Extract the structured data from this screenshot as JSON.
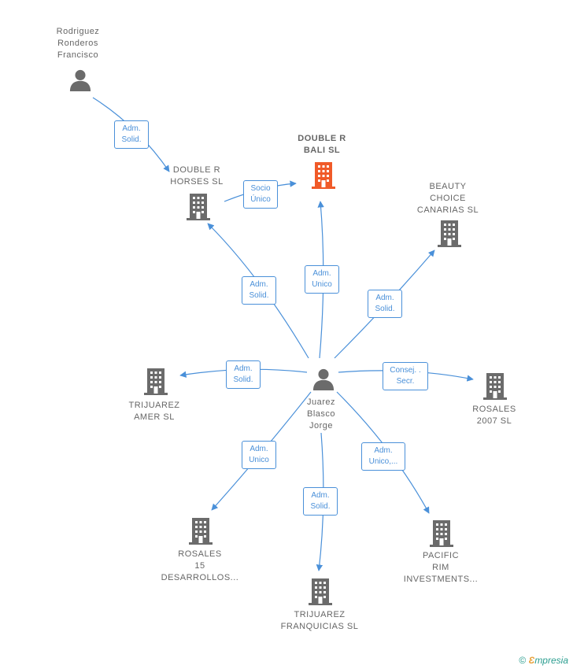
{
  "colors": {
    "edge": "#4a90d9",
    "node": "#6b6b6b",
    "highlight": "#f05a28"
  },
  "nodes": {
    "rodriguez": {
      "label": "Rodriguez\nRonderos\nFrancisco",
      "icon": "person-icon"
    },
    "double_r_bali": {
      "label": "DOUBLE R\nBALI  SL",
      "icon": "building-icon"
    },
    "double_r_horses": {
      "label": "DOUBLE R\nHORSES  SL",
      "icon": "building-icon"
    },
    "beauty_choice": {
      "label": "BEAUTY\nCHOICE\nCANARIAS SL",
      "icon": "building-icon"
    },
    "trijuarez_amer": {
      "label": "TRIJUAREZ\nAMER SL",
      "icon": "building-icon"
    },
    "juarez": {
      "label": "Juarez\nBlasco\nJorge",
      "icon": "person-icon"
    },
    "rosales_2007": {
      "label": "ROSALES\n2007 SL",
      "icon": "building-icon"
    },
    "rosales_15": {
      "label": "ROSALES\n15\nDESARROLLOS...",
      "icon": "building-icon"
    },
    "trijuarez_franq": {
      "label": "TRIJUAREZ\nFRANQUICIAS SL",
      "icon": "building-icon"
    },
    "pacific_rim": {
      "label": "PACIFIC\nRIM\nINVESTMENTS...",
      "icon": "building-icon"
    }
  },
  "edges": {
    "rodriguez_horses": "Adm.\nSolid.",
    "horses_bali": "Socio\nÚnico",
    "juarez_horses": "Adm.\nSolid.",
    "juarez_bali": "Adm.\nUnico",
    "juarez_beauty": "Adm.\nSolid.",
    "juarez_amer": "Adm.\nSolid.",
    "juarez_rosales2007": "Consej. .\nSecr.",
    "juarez_rosales15": "Adm.\nUnico",
    "juarez_franq": "Adm.\nSolid.",
    "juarez_pacific": "Adm.\nUnico,..."
  },
  "brand": {
    "copyright": "©",
    "e": "Ɛ",
    "name": "mpresia"
  }
}
